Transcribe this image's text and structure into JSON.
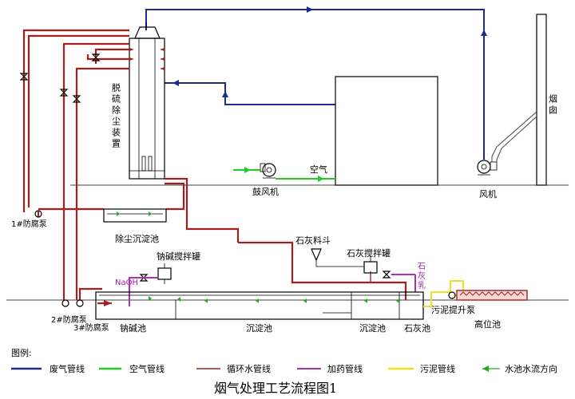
{
  "labels": {
    "tower": "脱硫除尘装置",
    "chimney": "烟囱",
    "blower": "鼓风机",
    "fan": "风机",
    "air": "空气",
    "pump1": "1#防腐泵",
    "dust_tank": "除尘沉淀池",
    "soda_tank": "钠碱搅拌罐",
    "naoh": "NaOH",
    "lime_hopper": "石灰料斗",
    "lime_tank": "石灰搅拌罐",
    "lime_milk": "石灰乳",
    "pump2": "2#防腐泵",
    "pump3": "3#防腐泵",
    "soda_pool": "钠碱池",
    "settling_pool": "沉淀池",
    "settling_pool2": "沉淀池",
    "lime_pool": "石灰池",
    "sludge_pump": "污泥提升泵",
    "high_pool": "高位池"
  },
  "legend": {
    "title": "图例:",
    "items": [
      {
        "label": "废气管线",
        "color": "#1d2c8a"
      },
      {
        "label": "空气管线",
        "color": "#22cc22"
      },
      {
        "label": "循环水管线",
        "color": "#a61e1e"
      },
      {
        "label": "加药管线",
        "color": "#b030b0"
      },
      {
        "label": "污泥管线",
        "color": "#f0e020"
      },
      {
        "label": "水池水流方向",
        "color": "#22aa22"
      }
    ]
  },
  "caption": "烟气处理工艺流程图1"
}
